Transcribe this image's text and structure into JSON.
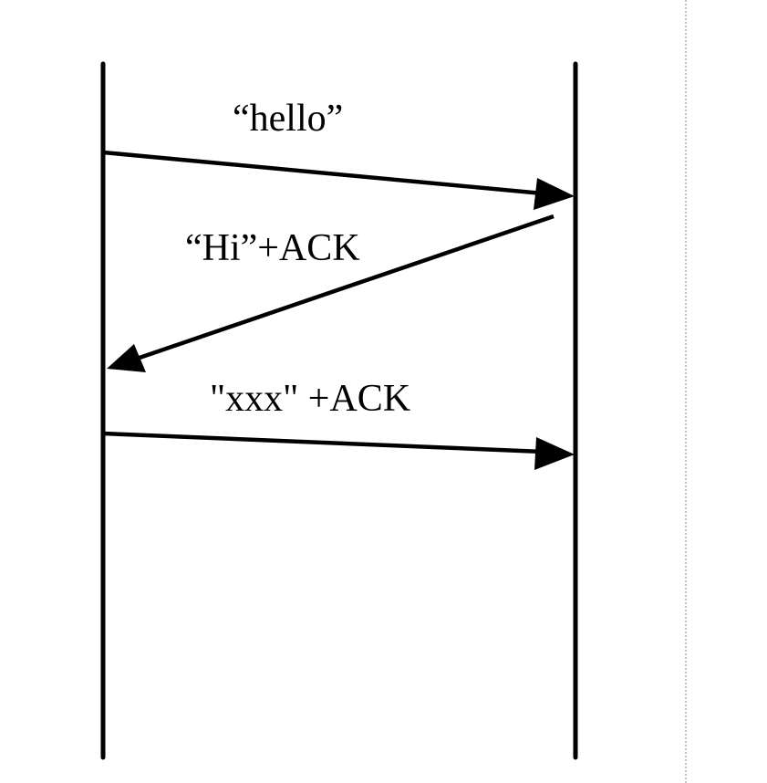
{
  "diagram": {
    "messages": [
      {
        "label": "“hello”",
        "direction": "left-to-right"
      },
      {
        "label": "“Hi”+ACK",
        "direction": "right-to-left"
      },
      {
        "label": "\"xxx\" +ACK",
        "direction": "left-to-right"
      }
    ],
    "colors": {
      "line": "#000000",
      "background": "#ffffff",
      "divider": "#888888"
    }
  }
}
